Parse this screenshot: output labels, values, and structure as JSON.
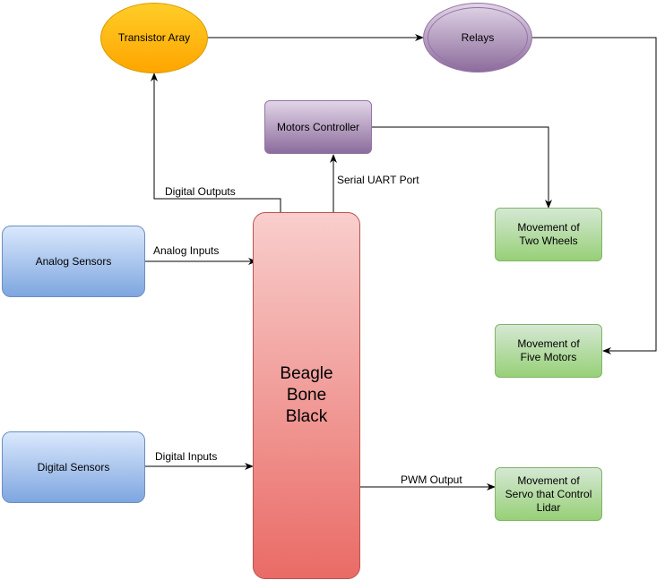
{
  "nodes": {
    "transistor_array": "Transistor Aray",
    "relays": "Relays",
    "motors_controller": "Motors Controller",
    "analog_sensors": "Analog Sensors",
    "digital_sensors": "Digital Sensors",
    "beaglebone": [
      "Beagle",
      "Bone",
      "Black"
    ],
    "movement_two_wheels": [
      "Movement of",
      "Two Wheels"
    ],
    "movement_five_motors": [
      "Movement of",
      "Five Motors"
    ],
    "movement_servo_lidar": [
      "Movement of",
      "Servo that Control",
      "Lidar"
    ]
  },
  "edges": {
    "digital_outputs": "Digital Outputs",
    "serial_uart": "Serial UART Port",
    "analog_inputs": "Analog Inputs",
    "digital_inputs": "Digital Inputs",
    "pwm_output": "PWM Output"
  },
  "colors": {
    "blue_fill": "#dae8fc",
    "green_fill": "#d5e8d4",
    "purple_fill": "#e1d5e7",
    "red_fill": "#f8cecc",
    "orange_fill": "#ffcd28",
    "line": "#000000"
  }
}
